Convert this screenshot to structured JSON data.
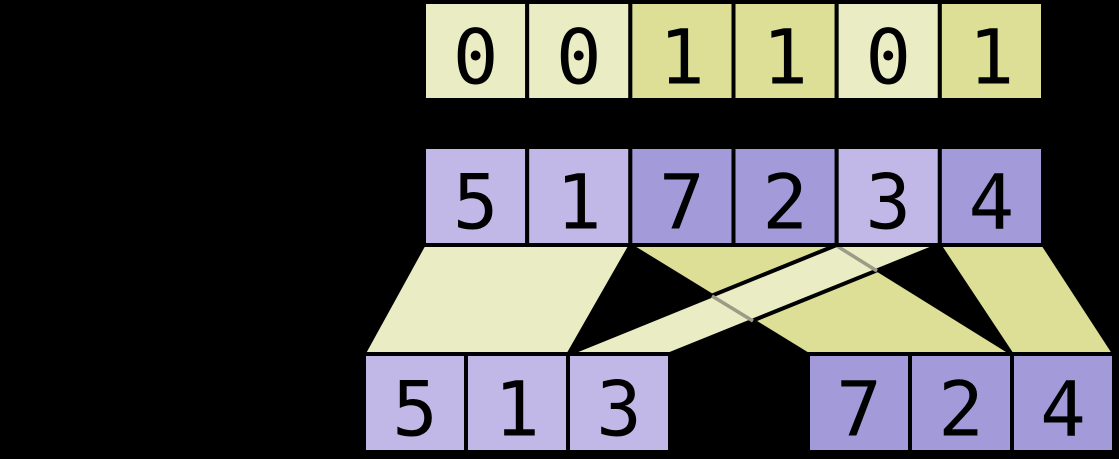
{
  "colors": {
    "background": "#000000",
    "yellow_light": "#eaecc3",
    "yellow_dark": "#dcdf95",
    "purple_light": "#c2b8e8",
    "purple_dark": "#a29ad9",
    "outline": "#000000",
    "overlap_hint": "#9b9b88"
  },
  "diagram": {
    "rows": {
      "flags": {
        "values": [
          "0",
          "0",
          "1",
          "1",
          "0",
          "1"
        ],
        "shades": [
          "light",
          "light",
          "dark",
          "dark",
          "light",
          "dark"
        ]
      },
      "input": {
        "values": [
          "5",
          "1",
          "7",
          "2",
          "3",
          "4"
        ],
        "shades": [
          "light",
          "light",
          "dark",
          "dark",
          "light",
          "dark"
        ]
      },
      "output_left": {
        "values": [
          "5",
          "1",
          "3"
        ],
        "shades": [
          "light",
          "light",
          "light"
        ]
      },
      "output_right": {
        "values": [
          "7",
          "2",
          "4"
        ],
        "shades": [
          "dark",
          "dark",
          "dark"
        ]
      }
    }
  }
}
